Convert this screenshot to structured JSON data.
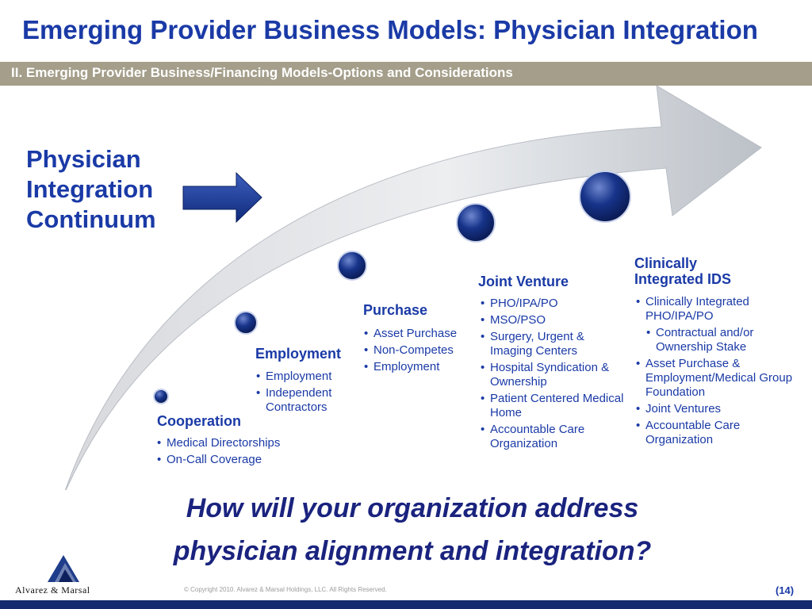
{
  "header": {
    "title": "Emerging Provider Business Models: Physician Integration",
    "subtitle": "II. Emerging Provider Business/Financing Models-Options and Considerations"
  },
  "continuum_label": [
    "Physician",
    "Integration",
    "Continuum"
  ],
  "stages": [
    {
      "title": "Cooperation",
      "items": [
        {
          "text": "Medical Directorships"
        },
        {
          "text": "On-Call Coverage"
        }
      ]
    },
    {
      "title": "Employment",
      "items": [
        {
          "text": "Employment"
        },
        {
          "text": "Independent Contractors"
        }
      ]
    },
    {
      "title": "Purchase",
      "items": [
        {
          "text": "Asset Purchase"
        },
        {
          "text": "Non-Competes"
        },
        {
          "text": "Employment"
        }
      ]
    },
    {
      "title": "Joint Venture",
      "items": [
        {
          "text": "PHO/IPA/PO"
        },
        {
          "text": "MSO/PSO"
        },
        {
          "text": "Surgery, Urgent & Imaging Centers"
        },
        {
          "text": "Hospital Syndication & Ownership"
        },
        {
          "text": "Patient Centered Medical Home"
        },
        {
          "text": "Accountable Care Organization"
        }
      ]
    },
    {
      "title": "Clinically Integrated IDS",
      "items": [
        {
          "text": "Clinically Integrated PHO/IPA/PO"
        },
        {
          "text": "Contractual and/or Ownership Stake",
          "sub": true
        },
        {
          "text": "Asset Purchase & Employment/Medical Group Foundation"
        },
        {
          "text": "Joint Ventures"
        },
        {
          "text": "Accountable Care Organization"
        }
      ]
    }
  ],
  "question": [
    "How will your organization address",
    "physician alignment and integration?"
  ],
  "footer": {
    "company": "Alvarez & Marsal",
    "copyright": "© Copyright 2010. Alvarez & Marsal Holdings, LLC. All Rights Reserved.",
    "page": "(14)"
  },
  "colors": {
    "title_blue": "#1a3aa6",
    "subtitle_bar": "#a49e8a",
    "question_navy": "#1a237e",
    "footer_navy": "#142b6f",
    "arrow_gray": "#c9cdd2",
    "milestone_navy": "#0e2568"
  },
  "icons": [
    "continuum-arrow-icon",
    "milestone-orb-icon",
    "alvarez-marsal-logo"
  ]
}
